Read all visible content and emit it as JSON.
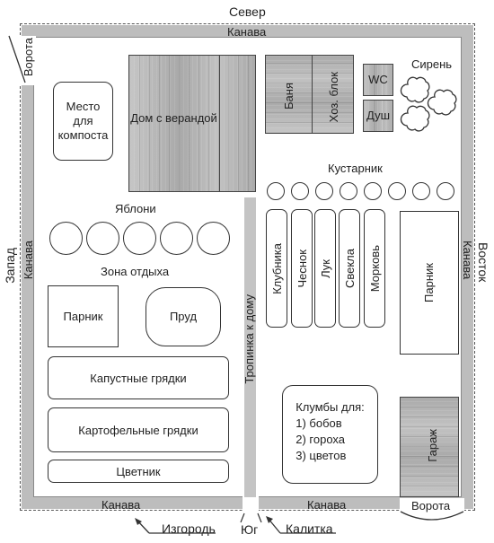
{
  "compass": {
    "north": "Север",
    "south": "Юг",
    "west": "Запад",
    "east": "Восток"
  },
  "ditch": {
    "top": "Канава",
    "left": "Канава",
    "right": "Канава",
    "bottom_left": "Канава",
    "bottom_right": "Канава"
  },
  "gates": {
    "top_left": "Ворота",
    "bottom_right": "Ворота"
  },
  "fence": "Изгородь",
  "wicket": "Калитка",
  "path": "Тропинка к дому",
  "compost": "Место для компоста",
  "house": "Дом с верандой",
  "bath": "Баня",
  "utility": "Хоз. блок",
  "wc": "WC",
  "shower": "Душ",
  "lilac": "Сирень",
  "shrubs": "Кустарник",
  "apple_trees": "Яблони",
  "rest_zone": "Зона отдыха",
  "greenhouse_left": "Парник",
  "pond": "Пруд",
  "cabbage": "Капустные грядки",
  "potato": "Картофельные грядки",
  "flowerbed": "Цветник",
  "beds": [
    {
      "label": "Клубника"
    },
    {
      "label": "Чеснок"
    },
    {
      "label": "Лук"
    },
    {
      "label": "Свекла"
    },
    {
      "label": "Морковь"
    }
  ],
  "greenhouse_right": "Парник",
  "flowerbeds_for": {
    "title": "Клумбы для:",
    "items": [
      "1) бобов",
      "2) гороха",
      "3) цветов"
    ]
  },
  "garage": "Гараж"
}
